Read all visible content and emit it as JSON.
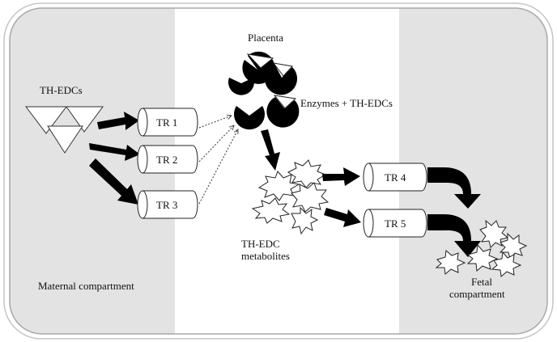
{
  "labels": {
    "placenta": "Placenta",
    "th_edcs": "TH-EDCs",
    "enzymes": "Enzymes + TH-EDCs",
    "metabolites_line1": "TH-EDC",
    "metabolites_line2": "metabolites",
    "maternal": "Maternal compartment",
    "fetal_line1": "Fetal",
    "fetal_line2": "compartment"
  },
  "transporters": [
    {
      "id": "tr1",
      "label": "TR 1"
    },
    {
      "id": "tr2",
      "label": "TR 2"
    },
    {
      "id": "tr3",
      "label": "TR 3"
    },
    {
      "id": "tr4",
      "label": "TR 4"
    },
    {
      "id": "tr5",
      "label": "TR 5"
    }
  ],
  "colors": {
    "compartment_fill": "#e3e3e3",
    "frame_stroke": "#bbbbbb",
    "arrow_fill": "#000000",
    "enzyme_fill": "#000000"
  }
}
